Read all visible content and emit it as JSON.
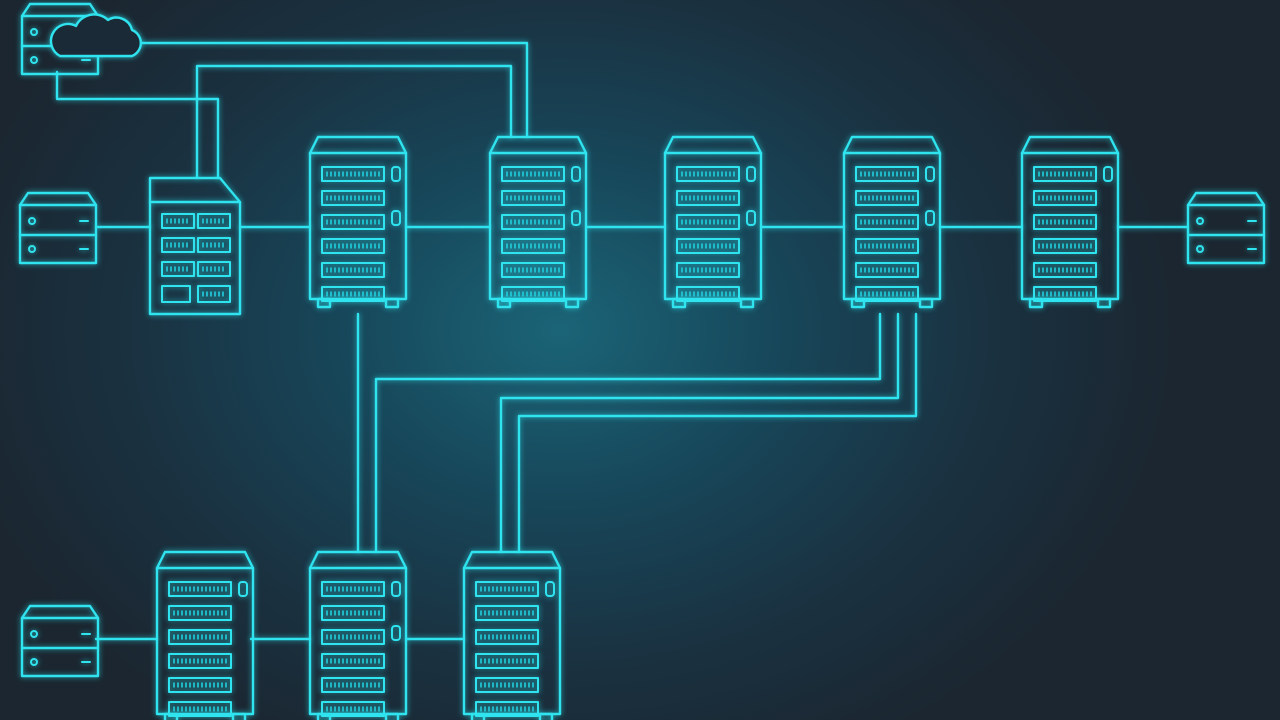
{
  "palette": {
    "line": "#2fe3ef",
    "line_dim": "#22c9d8",
    "background_center": "#1b6477",
    "background_edge": "#1b2630"
  },
  "nodes": [
    {
      "id": "cloud-drive",
      "type": "cloud-storage",
      "icon": "cloud-server-icon"
    },
    {
      "id": "drive-left-mid",
      "type": "storage-drive",
      "icon": "hard-drive-icon"
    },
    {
      "id": "switch",
      "type": "network-switch",
      "icon": "switch-icon"
    },
    {
      "id": "rack-1",
      "type": "server-rack",
      "icon": "server-rack-icon"
    },
    {
      "id": "rack-2",
      "type": "server-rack",
      "icon": "server-rack-icon"
    },
    {
      "id": "rack-3",
      "type": "server-rack",
      "icon": "server-rack-icon"
    },
    {
      "id": "rack-4",
      "type": "server-rack",
      "icon": "server-rack-icon"
    },
    {
      "id": "rack-5",
      "type": "server-rack",
      "icon": "server-rack-icon"
    },
    {
      "id": "drive-right",
      "type": "storage-drive",
      "icon": "hard-drive-icon"
    },
    {
      "id": "drive-left-bottom",
      "type": "storage-drive",
      "icon": "hard-drive-icon"
    },
    {
      "id": "rack-6",
      "type": "server-rack",
      "icon": "server-rack-icon"
    },
    {
      "id": "rack-7",
      "type": "server-rack",
      "icon": "server-rack-icon"
    },
    {
      "id": "rack-8",
      "type": "server-rack",
      "icon": "server-rack-icon"
    }
  ],
  "links": [
    {
      "from": "cloud-drive",
      "to": "rack-2"
    },
    {
      "from": "cloud-drive",
      "to": "switch"
    },
    {
      "from": "switch",
      "to": "rack-2"
    },
    {
      "from": "drive-left-mid",
      "to": "switch"
    },
    {
      "from": "switch",
      "to": "rack-1"
    },
    {
      "from": "rack-1",
      "to": "rack-2"
    },
    {
      "from": "rack-2",
      "to": "rack-3"
    },
    {
      "from": "rack-3",
      "to": "rack-4"
    },
    {
      "from": "rack-4",
      "to": "rack-5"
    },
    {
      "from": "rack-5",
      "to": "drive-right"
    },
    {
      "from": "rack-1",
      "to": "rack-7"
    },
    {
      "from": "rack-4",
      "to": "rack-1"
    },
    {
      "from": "rack-4",
      "to": "rack-8"
    },
    {
      "from": "drive-left-bottom",
      "to": "rack-6"
    },
    {
      "from": "rack-6",
      "to": "rack-7"
    },
    {
      "from": "rack-7",
      "to": "rack-8"
    }
  ]
}
